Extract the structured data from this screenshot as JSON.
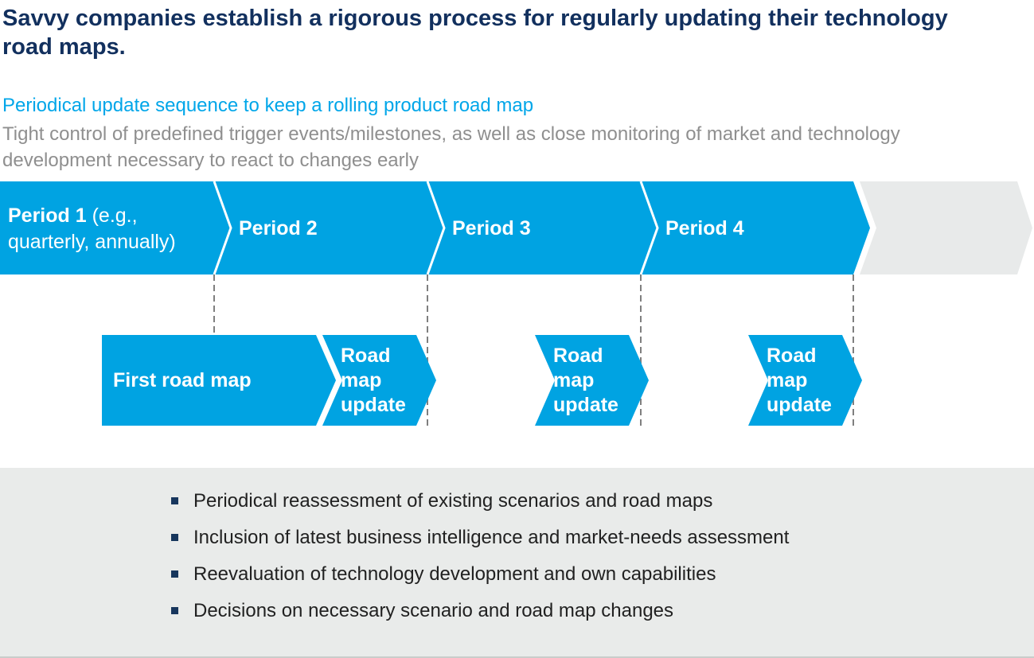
{
  "title": "Savvy companies establish a rigorous process for regularly updating their technology road maps.",
  "subtitle": "Periodical update sequence to keep a rolling product road map",
  "description": "Tight control of predefined trigger events/milestones, as well as close monitoring of market and technology development necessary to react to changes early",
  "timeline": {
    "period1_bold": "Period 1",
    "period1_rest": " (e.g., quarterly, annually)",
    "period2": "Period 2",
    "period3": "Period 3",
    "period4": "Period 4"
  },
  "roadmap": {
    "first": "First road map",
    "update": "Road map update"
  },
  "notes": {
    "items": [
      "Periodical reassessment of existing scenarios and road maps",
      "Inclusion of latest business intelligence and market-needs assessment",
      "Reevaluation of technology development and own capabilities",
      "Decisions on necessary scenario and road map changes"
    ]
  },
  "colors": {
    "accent_blue": "#00a3e2",
    "title_navy": "#12305e",
    "subtitle_cyan": "#00a6e9",
    "text_gray": "#8f8f8f",
    "panel_gray": "#e9ebea",
    "tail_gray": "#e8eaea",
    "dash_gray": "#7f7f7f",
    "bullet_navy": "#17365d"
  }
}
